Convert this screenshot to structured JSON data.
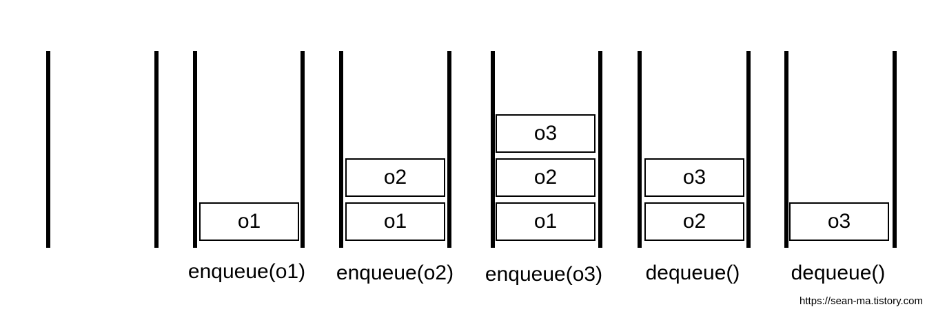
{
  "stages": [
    {
      "caption": "",
      "items": []
    },
    {
      "caption": "enqueue(o1)",
      "items": [
        "o1"
      ]
    },
    {
      "caption": "enqueue(o2)",
      "items": [
        "o1",
        "o2"
      ]
    },
    {
      "caption": "enqueue(o3)",
      "items": [
        "o1",
        "o2",
        "o3"
      ]
    },
    {
      "caption": "dequeue()",
      "items": [
        "o2",
        "o3"
      ]
    },
    {
      "caption": "dequeue()",
      "items": [
        "o3"
      ]
    }
  ],
  "watermark": "https://sean-ma.tistory.com"
}
